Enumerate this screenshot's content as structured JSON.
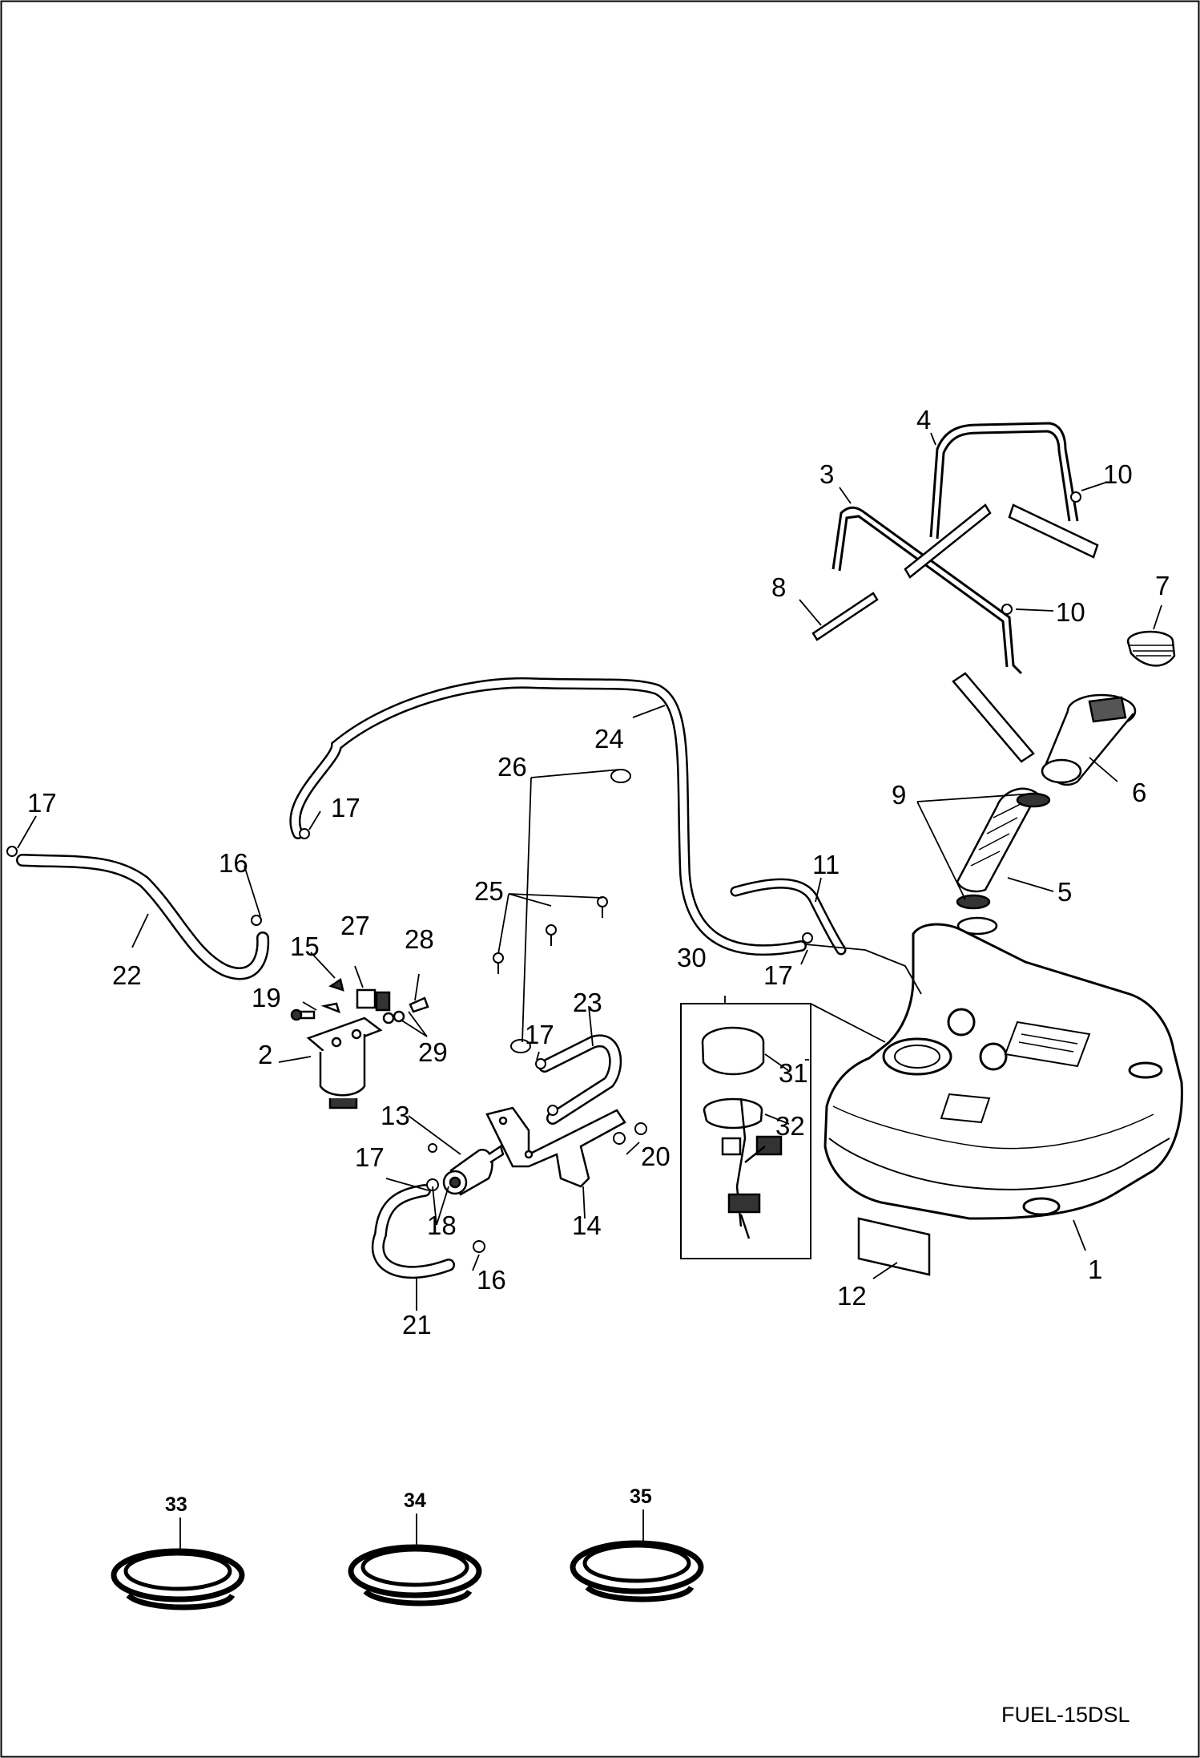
{
  "diagram": {
    "code": "FUEL-15DSL",
    "callouts": {
      "c1": "1",
      "c2": "2",
      "c3": "3",
      "c4": "4",
      "c5": "5",
      "c6": "6",
      "c7": "7",
      "c8": "8",
      "c9": "9",
      "c10a": "10",
      "c10b": "10",
      "c11": "11",
      "c12": "12",
      "c13": "13",
      "c14": "14",
      "c15": "15",
      "c16a": "16",
      "c16b": "16",
      "c17a": "17",
      "c17b": "17",
      "c17c": "17",
      "c17d": "17",
      "c17e": "17",
      "c18": "18",
      "c19": "19",
      "c20": "20",
      "c21": "21",
      "c22": "22",
      "c23": "23",
      "c24": "24",
      "c25": "25",
      "c26": "26",
      "c27": "27",
      "c28": "28",
      "c29": "29",
      "c30": "30",
      "c31": "31",
      "c32": "32",
      "c33": "33",
      "c34": "34",
      "c35": "35"
    }
  }
}
